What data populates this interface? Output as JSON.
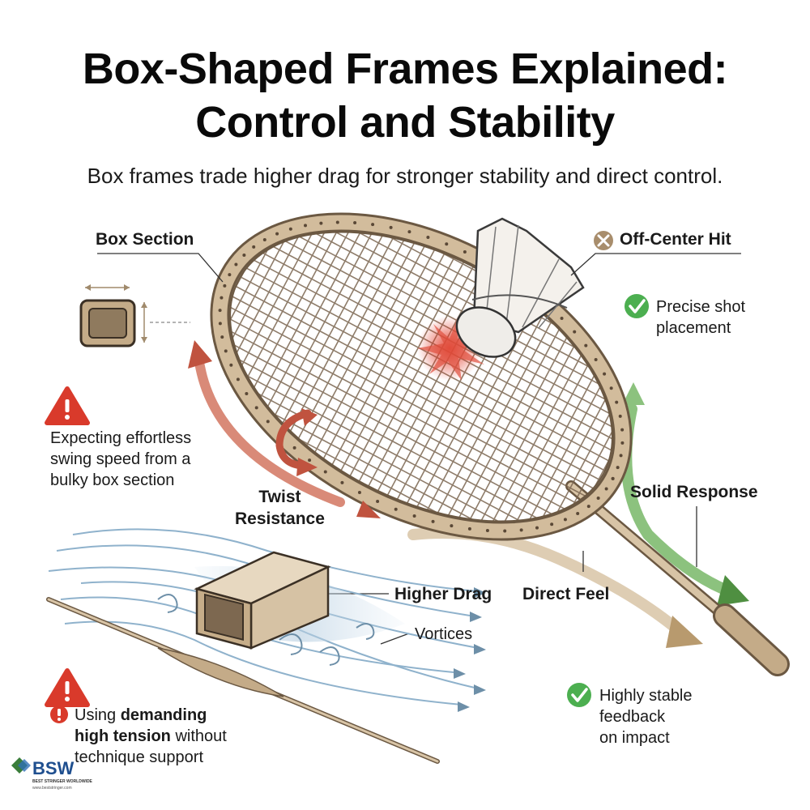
{
  "title_line1": "Box-Shaped Frames Explained:",
  "title_line2": "Control and Stability",
  "subtitle": "Box frames trade higher drag for stronger stability and direct control.",
  "labels": {
    "box_section": "Box Section",
    "off_center_hit": "Off-Center Hit",
    "twist_resistance_1": "Twist",
    "twist_resistance_2": "Resistance",
    "solid_response": "Solid Response",
    "higher_drag": "Higher Drag",
    "direct_feel": "Direct Feel",
    "vortices": "Vortices"
  },
  "benefits": {
    "precise_1": "Precise shot",
    "precise_2": "placement",
    "stable_1": "Highly stable",
    "stable_2": "feedback",
    "stable_3": "on impact"
  },
  "warnings": {
    "swing_1": "Expecting effortless",
    "swing_2": "swing speed from a",
    "swing_3": "bulky box section",
    "tension_pre": "Using ",
    "tension_bold_1": "demanding",
    "tension_bold_2": "high tension",
    "tension_post": " without",
    "tension_3": "technique support"
  },
  "logo": {
    "mark": "BSW",
    "tagline": "BEST STRINGER WORLDWIDE",
    "url": "www.beststringer.com"
  },
  "colors": {
    "frame": "#c9b395",
    "frame_dark": "#6b5842",
    "red": "#d93a2b",
    "green": "#5a9e4c",
    "tan": "#b89a6e",
    "air": "#8fb2cc"
  },
  "icons": [
    "warning-triangle-icon",
    "cross-circle-icon",
    "check-circle-icon",
    "shuttlecock-icon",
    "twist-arrow-icon"
  ]
}
